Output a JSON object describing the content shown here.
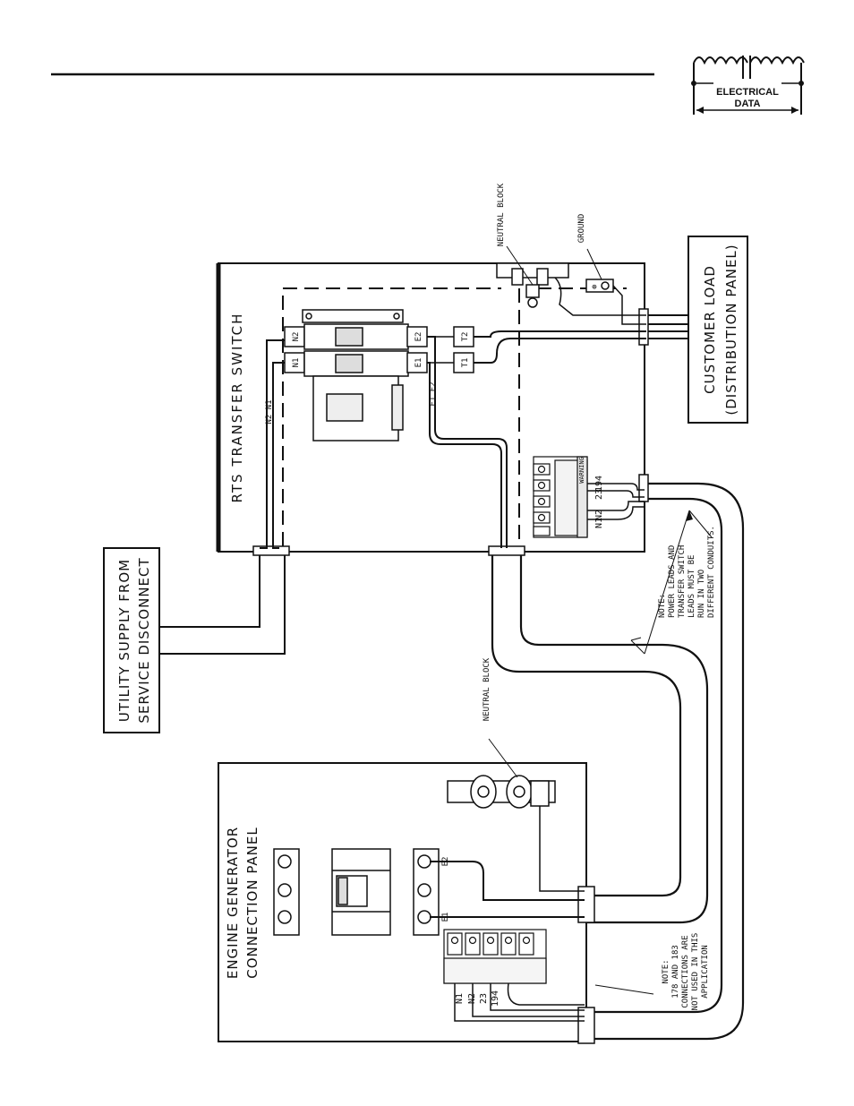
{
  "badge": {
    "line1": "ELECTRICAL",
    "line2": "DATA"
  },
  "labels": {
    "utility_supply_line1": "UTILITY SUPPLY FROM",
    "utility_supply_line2": "SERVICE DISCONNECT",
    "rts_transfer_switch": "RTS TRANSFER SWITCH",
    "customer_load_line1": "CUSTOMER LOAD",
    "customer_load_line2": "(DISTRIBUTION PANEL)",
    "engine_generator_line1": "ENGINE GENERATOR",
    "engine_generator_line2": "CONNECTION PANEL",
    "neutral_block_top": "NEUTRAL BLOCK",
    "neutral_block_bottom": "NEUTRAL BLOCK",
    "ground": "GROUND",
    "warning": "WARNING"
  },
  "notes": {
    "note_heading": "NOTE:",
    "conduit_line1": "POWER LEADS AND",
    "conduit_line2": "TRANSFER SWITCH",
    "conduit_line3": "LEADS MUST BE",
    "conduit_line4": "RUN IN TWO",
    "conduit_line5": "DIFFERENT CONDUITS.",
    "connections_heading": "NOTE:",
    "connections_line1": "178 AND 183",
    "connections_line2": "CONNECTIONS ARE",
    "connections_line3": "NOT USED IN THIS",
    "connections_line4": "APPLICATION"
  },
  "terminals": {
    "n1": "N1",
    "n2": "N2",
    "e1": "E1",
    "e2": "E2",
    "t1": "T1",
    "t2": "T2",
    "w194": "194",
    "w23": "23"
  }
}
